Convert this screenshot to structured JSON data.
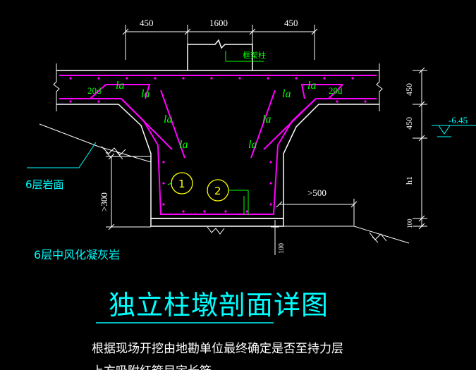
{
  "dimensions": {
    "top_left": "450",
    "top_mid": "1600",
    "top_right": "450",
    "right_top": "450",
    "right_mid": "450",
    "right_h": "h1",
    "right_bottom": "100",
    "left_depth": ">300",
    "ext": ">500",
    "bottom": "100"
  },
  "labels": {
    "column": "框架柱",
    "elevation": "-6.45",
    "rock_surface": "6层岩面",
    "rock_type": "6层中风化凝灰岩",
    "lap_20d": "20d",
    "la": "la",
    "circle_1": "1",
    "circle_2": "2"
  },
  "title": "独立柱墩剖面详图",
  "note": "根据现场开挖由地勘单位最终确定是否至持力层",
  "note2": "上方吸附红箍目定长筋",
  "colors": {
    "background": "#000000",
    "concrete": "#ffffff",
    "rebar": "#ff00ff",
    "dimension": "#ffffff",
    "annotation": "#00ff00",
    "leader": "#00ffff",
    "title": "#00ffff",
    "bubble": "#ffff00"
  }
}
